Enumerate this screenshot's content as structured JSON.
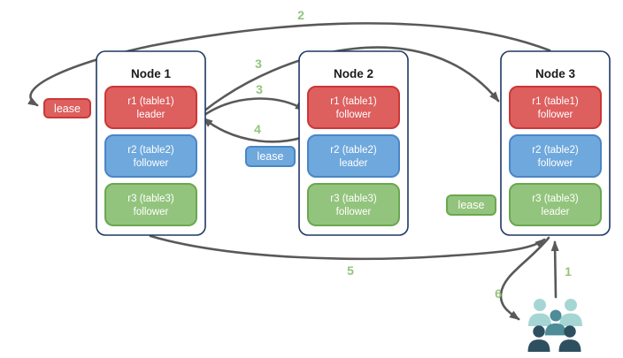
{
  "colors": {
    "replica_red_fill": "#dd5f5e",
    "replica_red_stroke": "#cb3837",
    "replica_blue_fill": "#6fa8dc",
    "replica_blue_stroke": "#4a86c8",
    "replica_green_fill": "#93c47d",
    "replica_green_stroke": "#6aa84f",
    "node_border": "#1f3864",
    "node_fill": "#ffffff",
    "arrow": "#595959",
    "step_label": "#93c47d",
    "text_on_box": "#ffffff",
    "node_title": "#1a1a1a",
    "users_light": "#a6d6d4",
    "users_mid": "#4e8c98",
    "users_dark": "#2e4f60"
  },
  "nodes": [
    {
      "title": "Node 1",
      "replicas": [
        {
          "line1": "r1 (table1)",
          "line2": "leader"
        },
        {
          "line1": "r2 (table2)",
          "line2": "follower"
        },
        {
          "line1": "r3 (table3)",
          "line2": "follower"
        }
      ]
    },
    {
      "title": "Node 2",
      "replicas": [
        {
          "line1": "r1 (table1)",
          "line2": "follower"
        },
        {
          "line1": "r2 (table2)",
          "line2": "leader"
        },
        {
          "line1": "r3 (table3)",
          "line2": "follower"
        }
      ]
    },
    {
      "title": "Node 3",
      "replicas": [
        {
          "line1": "r1 (table1)",
          "line2": "follower"
        },
        {
          "line1": "r2 (table2)",
          "line2": "follower"
        },
        {
          "line1": "r3 (table3)",
          "line2": "leader"
        }
      ]
    }
  ],
  "leases": {
    "red": "lease",
    "blue": "lease",
    "green": "lease"
  },
  "steps": {
    "s1": "1",
    "s2": "2",
    "s3a": "3",
    "s3b": "3",
    "s4": "4",
    "s5": "5",
    "s6": "6"
  },
  "icons": {
    "users_group": "users-group-icon"
  }
}
